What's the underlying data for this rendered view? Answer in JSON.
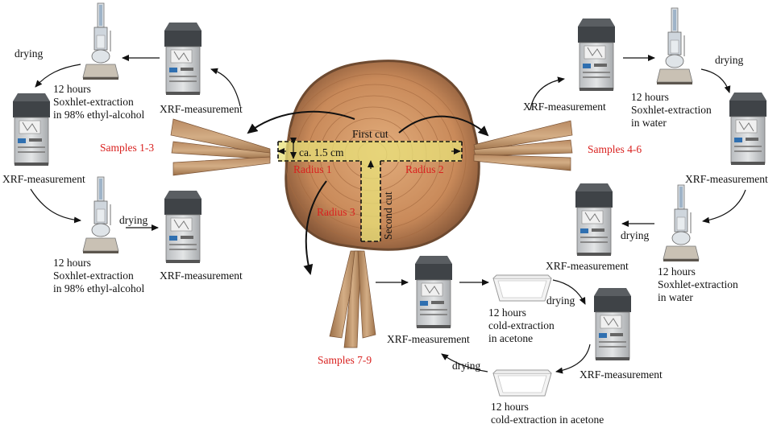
{
  "colors": {
    "sample_label": "#d9211f",
    "text": "#111111",
    "wood": "#c98a5a",
    "cut_highlight": "#e8e27a"
  },
  "cuts": {
    "first": "First cut",
    "second": "Second cut",
    "width_note": "ca. 1.5 cm"
  },
  "radii": {
    "r1": "Radius 1",
    "r2": "Radius 2",
    "r3": "Radius 3"
  },
  "samples": {
    "s1": "Samples 1-3",
    "s2": "Samples 4-6",
    "s3": "Samples 7-9"
  },
  "common": {
    "xrf": "XRF-measurement",
    "drying": "drying",
    "hours": "12 hours"
  },
  "branch1": {
    "soxhlet_line1": "Soxhlet-extraction",
    "soxhlet_line2": "in 98% ethyl-alcohol"
  },
  "branch2": {
    "soxhlet_line1": "Soxhlet-extraction",
    "soxhlet_line2": "in water"
  },
  "branch3": {
    "cold_line1": "cold-extraction",
    "cold_line2": "in acetone",
    "cold_single": "cold-extraction in acetone"
  },
  "icons": {
    "xrf": "xrf-spectrometer-icon",
    "soxhlet": "soxhlet-apparatus-icon",
    "tray": "extraction-tray-icon",
    "stick": "wood-sample-stick-icon"
  }
}
